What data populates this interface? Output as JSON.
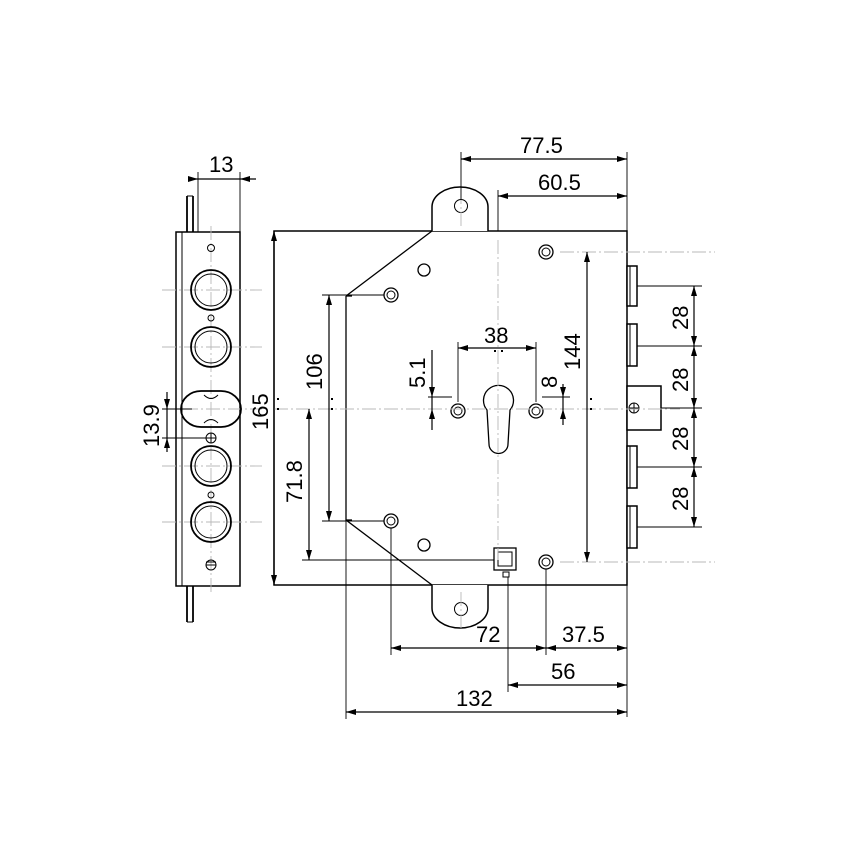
{
  "dimensions": {
    "backset_outer": "77.5",
    "backset_inner": "60.5",
    "cylinder_hole_spacing": "38",
    "hole_offset_5_1": "5.1",
    "hole_offset_8": "8",
    "hole_spacing_vertical_144": "144",
    "bolt_pitch_1": "28",
    "bolt_pitch_2": "28",
    "bolt_pitch_3": "28",
    "bolt_pitch_4": "28",
    "height_106": "106",
    "height_71_8": "71.8",
    "case_height": "165",
    "faceplate_thickness": "13",
    "faceplate_offset": "13.9",
    "bottom_72": "72",
    "bottom_37_5": "37.5",
    "bottom_56": "56",
    "case_width": "132"
  }
}
